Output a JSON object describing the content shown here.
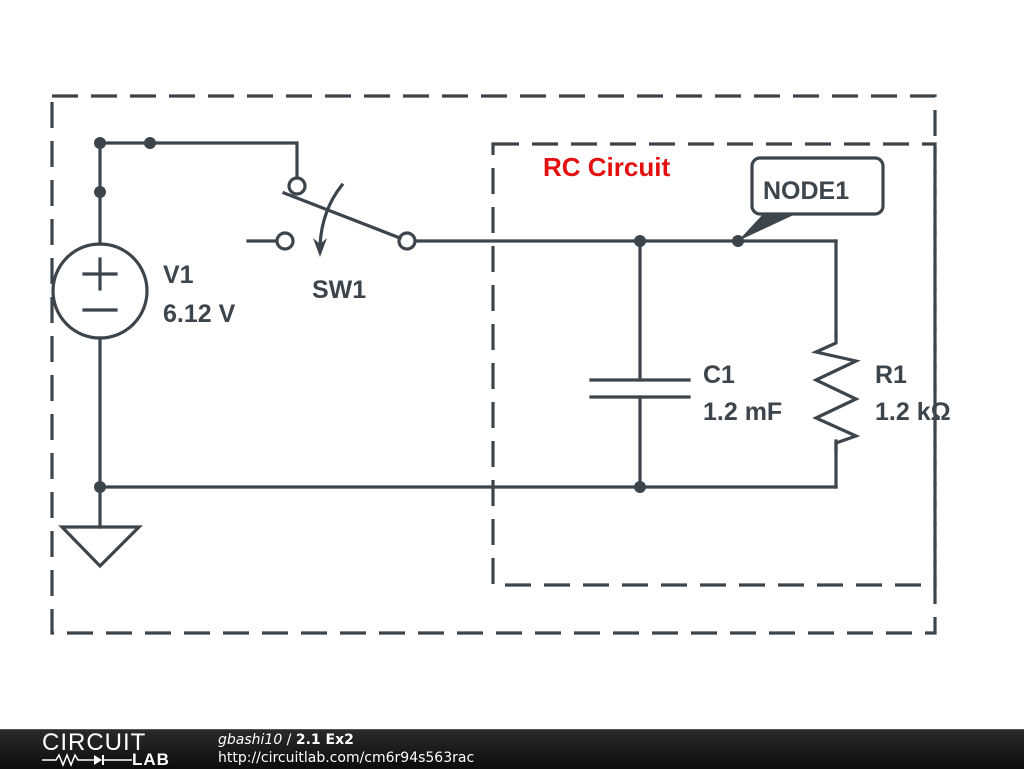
{
  "diagram": {
    "group_label": "RC Circuit",
    "net_label": "NODE1",
    "components": {
      "V1": {
        "name": "V1",
        "value": "6.12 V",
        "plus": "+",
        "minus": "−"
      },
      "SW1": {
        "name": "SW1"
      },
      "C1": {
        "name": "C1",
        "value": "1.2 mF"
      },
      "R1": {
        "name": "R1",
        "value": "1.2 kΩ"
      }
    },
    "colors": {
      "wire": "#3c454c",
      "group_label": "#e31010"
    }
  },
  "footer": {
    "logo_top": "CIRCUIT",
    "logo_bottom": "LAB",
    "user": "gbashi10",
    "separator": " / ",
    "circuit_title": "2.1 Ex2",
    "url": "http://circuitlab.com/cm6r94s563rac"
  }
}
